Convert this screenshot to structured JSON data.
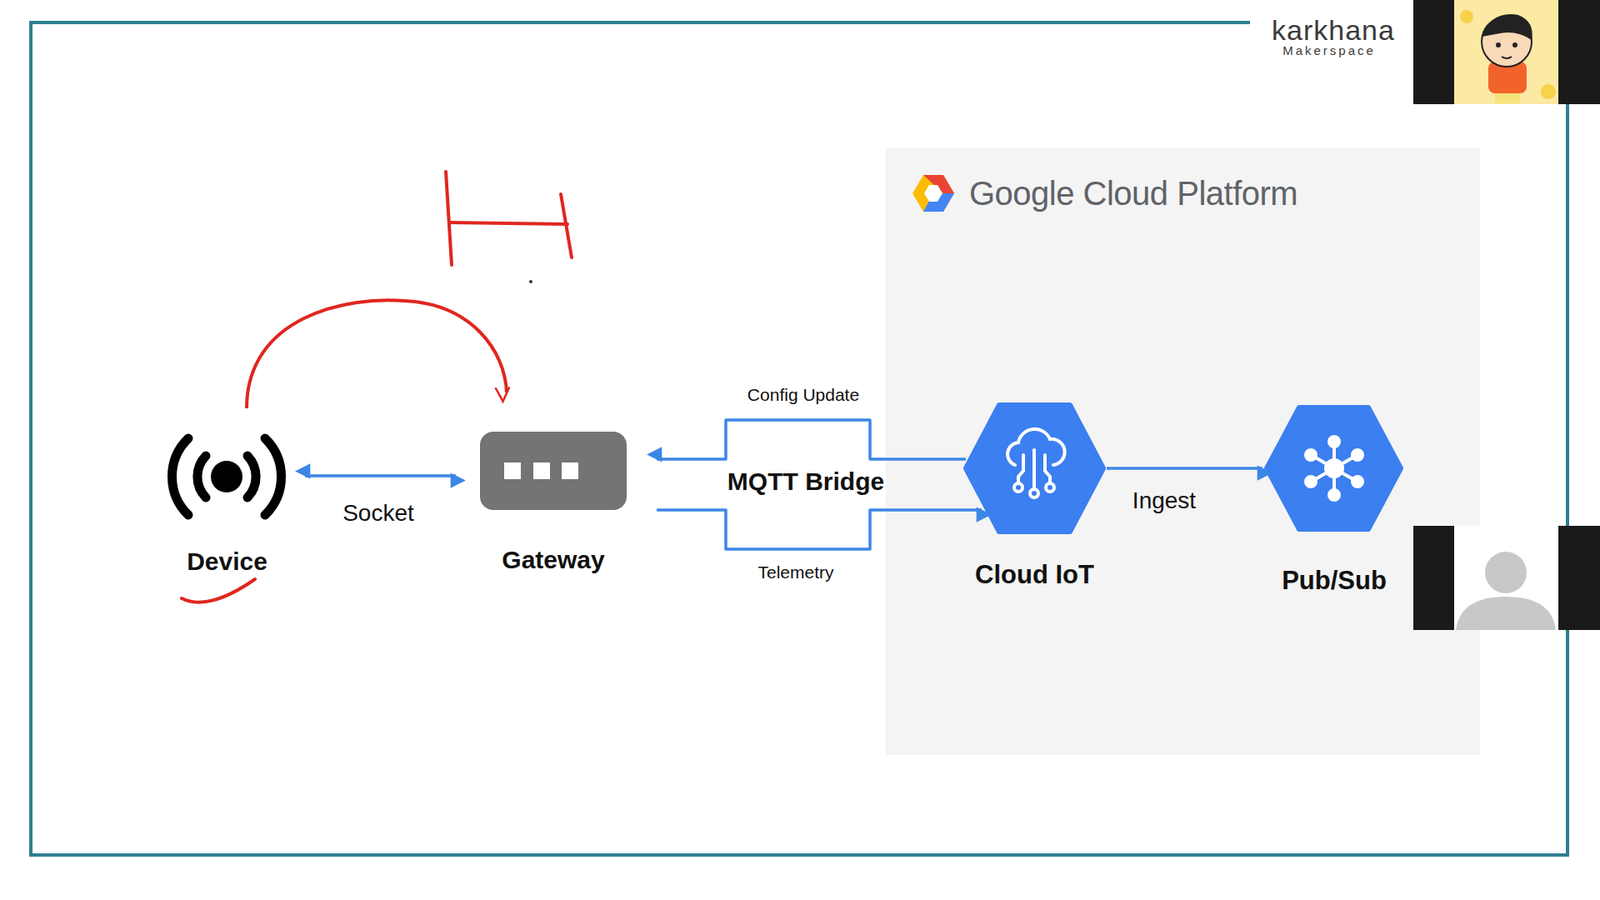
{
  "diagram": {
    "nodes": [
      {
        "text": [
          "Device"
        ]
      },
      {
        "text": [
          "Gateway"
        ]
      },
      {
        "text": [
          "Google Cloud Platform"
        ]
      },
      {
        "text": [
          "Cloud IoT"
        ],
        "in": 2
      },
      {
        "text": [
          "Pub/Sub"
        ],
        "in": 2
      }
    ],
    "edges": [
      {
        "from": 0,
        "to": 1,
        "arrow": "both",
        "label": "Socket"
      },
      {
        "from": 3,
        "to": 1,
        "arrow": "to",
        "label": "Config Update"
      },
      {
        "from": 1,
        "to": 3,
        "arrow": "to",
        "label": "Telemetry"
      },
      {
        "from": 3,
        "to": 4,
        "arrow": "to",
        "label": "Ingest"
      },
      {
        "from": 0,
        "to": 1,
        "arrow": "to"
      }
    ],
    "labels": [
      "karkhana",
      "Makerspace",
      "MQTT Bridge"
    ]
  }
}
